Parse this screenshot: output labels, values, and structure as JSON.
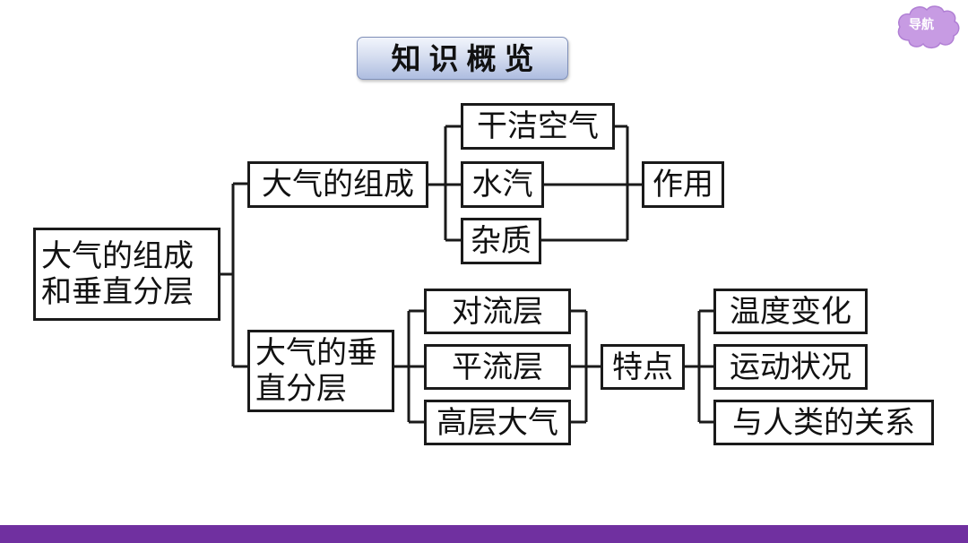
{
  "nav": {
    "label": "导航"
  },
  "title": "知识概览",
  "root": {
    "line1": "大气的组成",
    "line2": "和垂直分层"
  },
  "composition": {
    "label": "大气的组成",
    "items": [
      "干洁空气",
      "水汽",
      "杂质"
    ],
    "target": "作用"
  },
  "layers": {
    "line1": "大气的垂",
    "line2": "直分层",
    "items": [
      "对流层",
      "平流层",
      "高层大气"
    ],
    "target": "特点",
    "features": [
      "温度变化",
      "运动状况",
      "与人类的关系"
    ]
  },
  "colors": {
    "footer": "#7030a0",
    "nav_badge": "#c79be3",
    "title_gradient_top": "#f2f5fc",
    "title_gradient_bottom": "#aebde0"
  }
}
